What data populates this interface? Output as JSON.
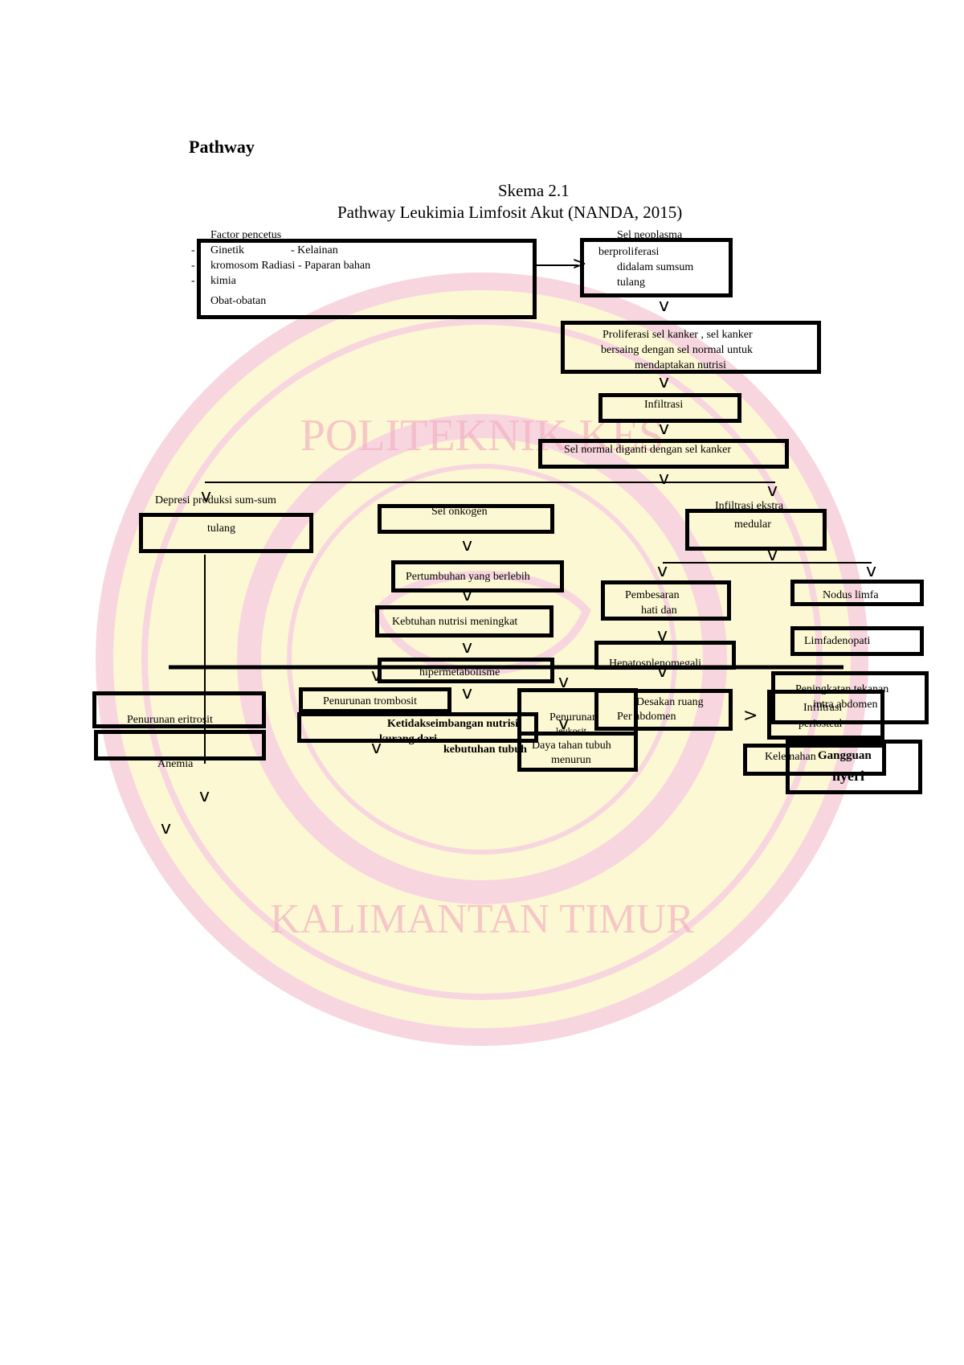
{
  "heading": "Pathway",
  "scheme_number": "Skema 2.1",
  "scheme_title": "Pathway Leukimia Limfosit Akut (NANDA, 2015)",
  "watermark_text_top": "POLITEKNIK KES",
  "watermark_text_bottom": "KALIMANTAN TIMUR",
  "colors": {
    "watermark_pink": "#f4b6c6",
    "watermark_yellow": "#fbf3b0",
    "line": "#000000"
  },
  "nodes": {
    "factor_title": "Factor pencetus",
    "factor_line1": "Ginetik",
    "factor_line1b": "- Kelainan",
    "factor_line2": "kromosom Radiasi  - Paparan bahan",
    "factor_line3": "kimia",
    "factor_line4": "Obat-obatan",
    "sel_neo_title": "Sel neoplasma",
    "sel_neo_1": "berproliferasi",
    "sel_neo_2": "didalam sumsum",
    "sel_neo_3": "tulang",
    "prolif_1": "Proliferasi sel kanker , sel kanker",
    "prolif_2": "bersaing dengan sel normal untuk",
    "prolif_3": "mendaptakan nutrisi",
    "infiltrasi": "Infiltrasi",
    "sel_normal": "Sel normal diganti dengan sel kanker",
    "depresi": "Depresi produksi sum-sum",
    "tulang": "tulang",
    "sel_onkogen": "Sel onkogen",
    "infiltrasi_ekstra": "Infiltrasi ekstra",
    "medular": "medular",
    "pertumbuhan": "Pertumbuhan yang berlebih",
    "pembesaran_1": "Pembesaran",
    "pembesaran_2": "hati dan",
    "nodus_limfa": "Nodus limfa",
    "kebutuhan": "Kebtuhan nutrisi meningkat",
    "limfadenopati": "Limfadenopati",
    "hipermetabolisme": "hipermetabolisme",
    "hepato": "Hepatosplenomegali",
    "peningkatan": "Peningkatan tekanan",
    "intra_abdomen": "intra abdomen",
    "penurunan_eritrosit": "Penurunan eritrosit",
    "penurunan_trombosit": "Penurunan trombosit",
    "ketidak": "Ketidakseimbangan nutrisi",
    "kurang_dari": "kurang dari",
    "kebutuhan_tubuh": "kebutuhan tubuh",
    "penurunan_leukosit_1": "Penurunan",
    "penurunan_leukosit_2": "leukosit",
    "daya_1": "Daya tahan tubuh",
    "daya_2": "menurun",
    "desakan": "Desakan ruang",
    "per_abdomen": "Per abdomen",
    "infiltrasi_2": "Infiltrasi",
    "periosteal": "periosteal",
    "kelemahan": "Kelemahan",
    "gangguan": "Gangguan",
    "nyeri": "nyeri",
    "anemia": "Anemia"
  }
}
